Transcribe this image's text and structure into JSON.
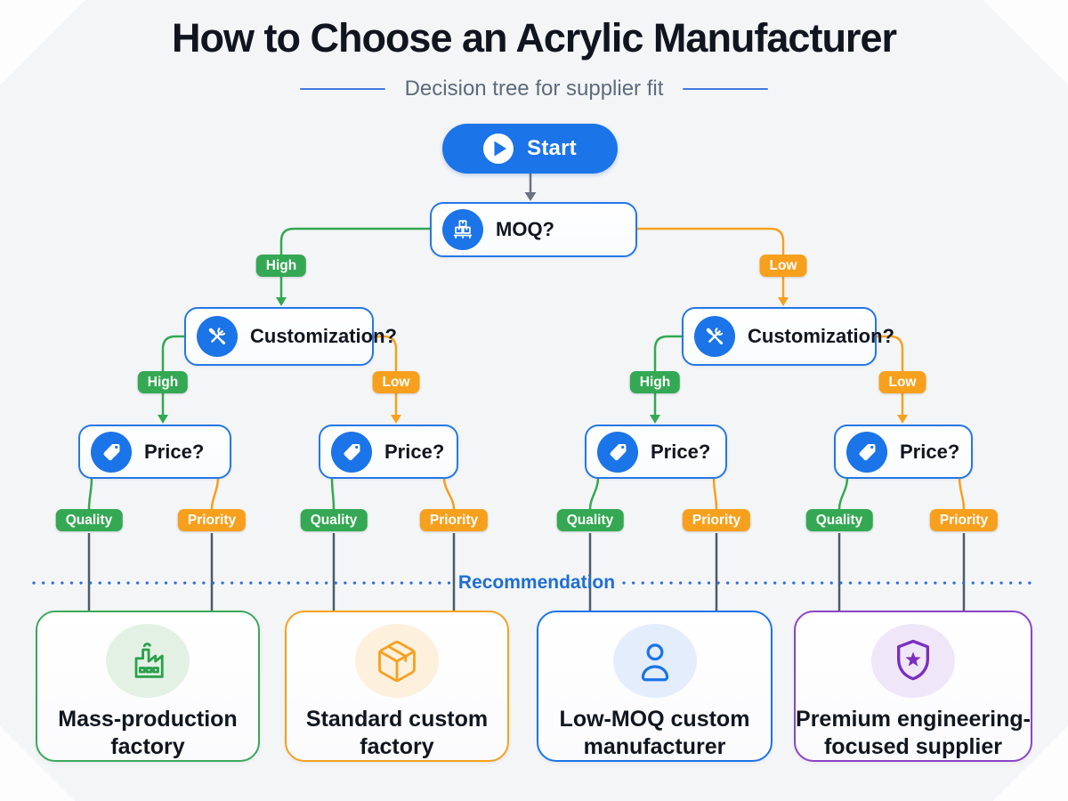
{
  "header": {
    "title": "How to Choose an Acrylic Manufacturer",
    "subtitle": "Decision tree for supplier fit"
  },
  "flow": {
    "start": {
      "label": "Start",
      "icon": "play-icon"
    },
    "questions": {
      "moq": {
        "label": "MOQ?",
        "icon": "pallet-boxes-icon"
      },
      "customization": {
        "label": "Customization?",
        "icon": "tools-icon"
      },
      "price": {
        "label": "Price?",
        "icon": "price-tag-icon"
      }
    },
    "branch_labels": {
      "high": "High",
      "low": "Low",
      "quality": "Quality",
      "priority": "Priority"
    },
    "recommendation": {
      "label": "Recommendation"
    },
    "outcomes": [
      {
        "label": "Mass-production factory",
        "lines": [
          "Mass-production",
          "factory"
        ],
        "icon": "factory-icon",
        "accent": "#3aa85b"
      },
      {
        "label": "Standard custom factory",
        "lines": [
          "Standard custom",
          "factory"
        ],
        "icon": "package-icon",
        "accent": "#f7a01e"
      },
      {
        "label": "Low-MOQ custom manufacturer",
        "lines": [
          "Low-MOQ custom",
          "manufacturer"
        ],
        "icon": "person-icon",
        "accent": "#1b74e8"
      },
      {
        "label": "Premium engineering-focused supplier",
        "lines": [
          "Premium engineering-",
          "focused supplier"
        ],
        "icon": "shield-star-icon",
        "accent": "#8b44c8"
      }
    ]
  },
  "colors": {
    "background": "#f4f5f7",
    "primary_blue": "#1b74e8",
    "branch_green": "#34a853",
    "branch_orange": "#f7a01e",
    "outcome_purple": "#8b44c8",
    "connector_slate": "#4e5a68",
    "arrow_gray": "#6b7280",
    "recommendation_blue": "#1e6fd3",
    "title_text": "#10151f",
    "subtitle_text": "#5d6b7c"
  }
}
